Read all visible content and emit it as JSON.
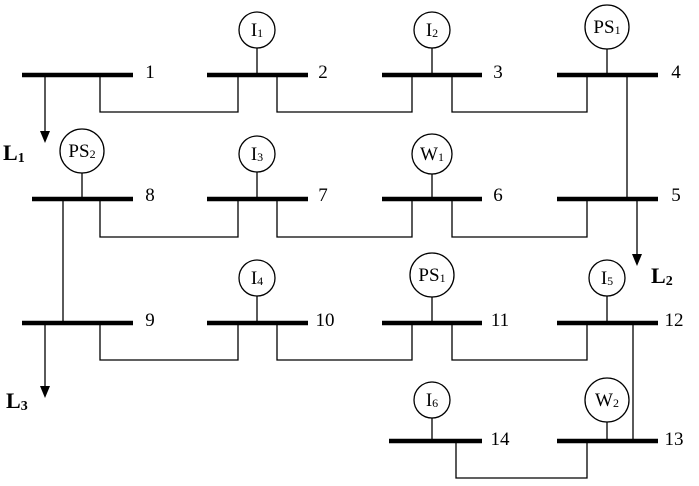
{
  "buses": [
    {
      "id": "bus-1",
      "label": "1"
    },
    {
      "id": "bus-2",
      "label": "2"
    },
    {
      "id": "bus-3",
      "label": "3"
    },
    {
      "id": "bus-4",
      "label": "4"
    },
    {
      "id": "bus-5",
      "label": "5"
    },
    {
      "id": "bus-6",
      "label": "6"
    },
    {
      "id": "bus-7",
      "label": "7"
    },
    {
      "id": "bus-8",
      "label": "8"
    },
    {
      "id": "bus-9",
      "label": "9"
    },
    {
      "id": "bus-10",
      "label": "10"
    },
    {
      "id": "bus-11",
      "label": "11"
    },
    {
      "id": "bus-12",
      "label": "12"
    },
    {
      "id": "bus-13",
      "label": "13"
    },
    {
      "id": "bus-14",
      "label": "14"
    }
  ],
  "generators": [
    {
      "id": "gen-i1",
      "bus": "2",
      "main": "I",
      "sub": "1"
    },
    {
      "id": "gen-i2",
      "bus": "3",
      "main": "I",
      "sub": "2"
    },
    {
      "id": "gen-ps1-a",
      "bus": "4",
      "main": "PS",
      "sub": "1"
    },
    {
      "id": "gen-ps2",
      "bus": "8",
      "main": "PS",
      "sub": "2"
    },
    {
      "id": "gen-i3",
      "bus": "7",
      "main": "I",
      "sub": "3"
    },
    {
      "id": "gen-w1",
      "bus": "6",
      "main": "W",
      "sub": "1"
    },
    {
      "id": "gen-i4",
      "bus": "10",
      "main": "I",
      "sub": "4"
    },
    {
      "id": "gen-ps1-b",
      "bus": "11",
      "main": "PS",
      "sub": "1"
    },
    {
      "id": "gen-i5",
      "bus": "12",
      "main": "I",
      "sub": "5"
    },
    {
      "id": "gen-i6",
      "bus": "14",
      "main": "I",
      "sub": "6"
    },
    {
      "id": "gen-w2",
      "bus": "13",
      "main": "W",
      "sub": "2"
    }
  ],
  "loads": [
    {
      "id": "load-l1",
      "bus": "1",
      "main": "L",
      "sub": "1"
    },
    {
      "id": "load-l2",
      "bus": "5",
      "main": "L",
      "sub": "2"
    },
    {
      "id": "load-l3",
      "bus": "9",
      "main": "L",
      "sub": "3"
    }
  ],
  "lines": [
    {
      "id": "line-1-2",
      "from": "1",
      "to": "2"
    },
    {
      "id": "line-2-3",
      "from": "2",
      "to": "3"
    },
    {
      "id": "line-3-4",
      "from": "3",
      "to": "4"
    },
    {
      "id": "line-4-5",
      "from": "4",
      "to": "5"
    },
    {
      "id": "line-5-6",
      "from": "5",
      "to": "6"
    },
    {
      "id": "line-6-7",
      "from": "6",
      "to": "7"
    },
    {
      "id": "line-7-8",
      "from": "7",
      "to": "8"
    },
    {
      "id": "line-8-9",
      "from": "8",
      "to": "9"
    },
    {
      "id": "line-9-10",
      "from": "9",
      "to": "10"
    },
    {
      "id": "line-10-11",
      "from": "10",
      "to": "11"
    },
    {
      "id": "line-11-12",
      "from": "11",
      "to": "12"
    },
    {
      "id": "line-12-13",
      "from": "12",
      "to": "13"
    },
    {
      "id": "line-13-14",
      "from": "13",
      "to": "14"
    }
  ]
}
